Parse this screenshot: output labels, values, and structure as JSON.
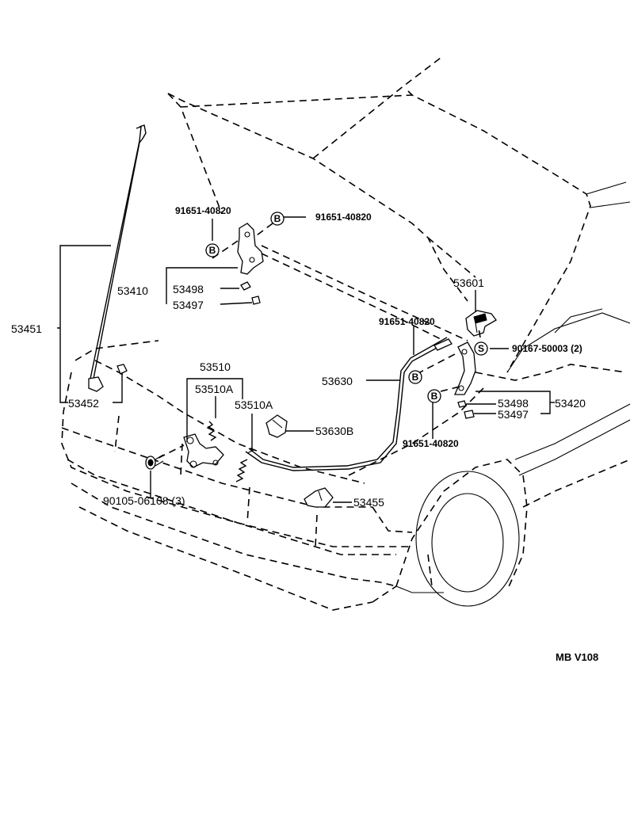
{
  "labels": {
    "p91651_40820_left": "91651-40820",
    "p91651_40820_top": "91651-40820",
    "p91651_40820_mid": "91651-40820",
    "p91651_40820_right": "91651-40820",
    "p53410": "53410",
    "p53498_left": "53498",
    "p53497_left": "53497",
    "p53451": "53451",
    "p53452": "53452",
    "p53510": "53510",
    "p53510A_a": "53510A",
    "p53510A_b": "53510A",
    "p53630B": "53630B",
    "p90105": "90105-06108 (3)",
    "p53455": "53455",
    "p53601": "53601",
    "p90167": "90167-50003 (2)",
    "p53630": "53630",
    "p53498_right": "53498",
    "p53420": "53420",
    "p53497_right": "53497",
    "code": "MB  V108"
  },
  "badges": {
    "b1": "B",
    "b2": "B",
    "b3": "B",
    "b4": "B",
    "s1": "S"
  }
}
